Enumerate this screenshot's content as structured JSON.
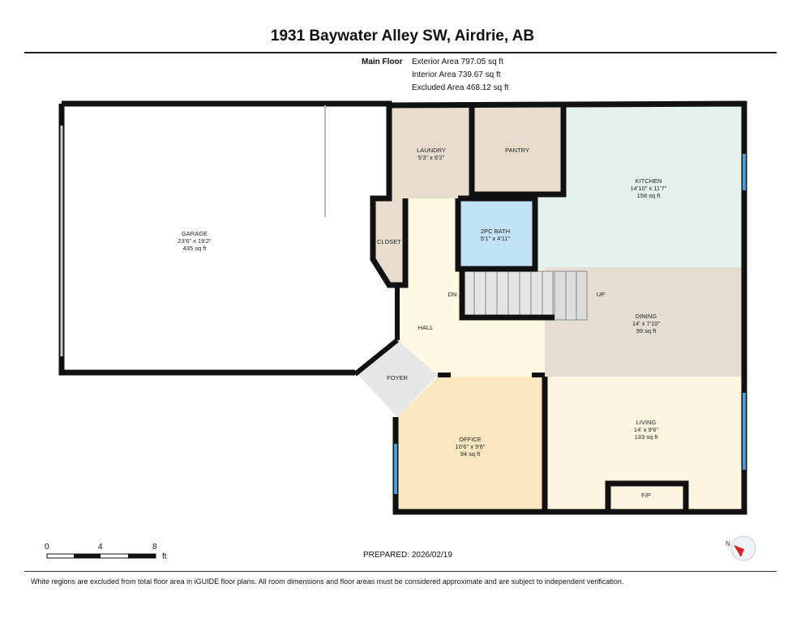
{
  "header": {
    "title": "1931 Baywater Alley SW, Airdrie, AB"
  },
  "summary": {
    "floor": "Main Floor",
    "exterior": "Exterior Area 797.05 sq ft",
    "interior": "Interior Area 739.67 sq ft",
    "excluded": "Excluded Area 468.12 sq ft"
  },
  "rooms": {
    "garage": {
      "name": "GARAGE",
      "dims": "23'6\" x 19'2\"",
      "area": "435 sq ft"
    },
    "laundry": {
      "name": "LAUNDRY",
      "dims": "5'3\" x 6'2\""
    },
    "pantry": {
      "name": "PANTRY"
    },
    "kitchen": {
      "name": "KITCHEN",
      "dims": "14'10\" x 11'7\"",
      "area": "158 sq ft"
    },
    "closet": {
      "name": "CLOSET"
    },
    "bath": {
      "name": "2PC BATH",
      "dims": "5'1\" x 4'11\""
    },
    "hall": {
      "name": "HALL"
    },
    "dn": "DN",
    "up": "UP",
    "dining": {
      "name": "DINING",
      "dims": "14' x 7'10\"",
      "area": "99 sq ft"
    },
    "foyer": {
      "name": "FOYER"
    },
    "office": {
      "name": "OFFICE",
      "dims": "10'6\" x 9'6\"",
      "area": "94 sq ft"
    },
    "living": {
      "name": "LIVING",
      "dims": "14' x 9'6\"",
      "area": "133 sq ft"
    },
    "fp": "F/P"
  },
  "scale": {
    "t0": "0",
    "t4": "4",
    "t8": "8",
    "unit": "ft"
  },
  "compass": {
    "label": "N"
  },
  "prepared": "PREPARED: 2026/02/19",
  "footer": "White regions are excluded from total floor area in iGUIDE floor plans. All room dimensions and floor areas must be considered approximate and are subject to independent verification."
}
